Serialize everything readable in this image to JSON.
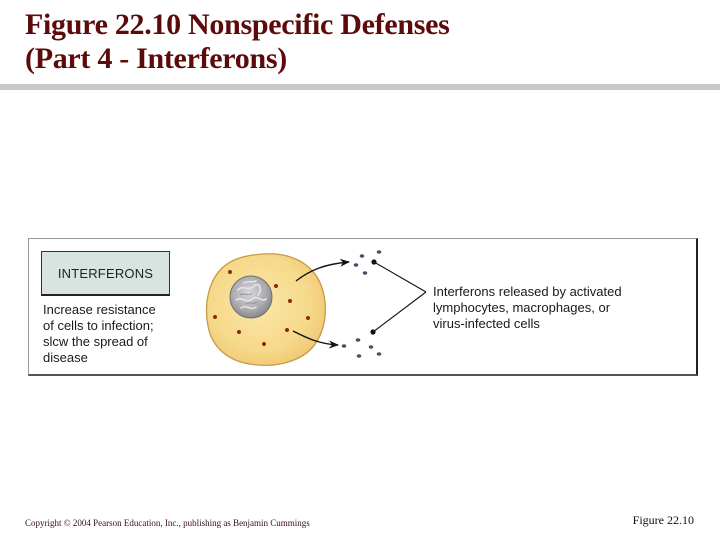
{
  "slide": {
    "title_line1": "Figure 22.10  Nonspecific Defenses",
    "title_line2": "(Part 4 - Interferons)",
    "colors": {
      "title": "#5c0a0a",
      "rule": "#c8c8c8",
      "label_box_fill": "#d7e4df",
      "cell_fill": "#f6d98a",
      "cell_outline": "#c99a45",
      "nucleus_fill": "#a9a9ad",
      "granule": "#8b2a10",
      "interferon_dot": "#4a4a6a"
    }
  },
  "figure": {
    "label": "INTERFERONS",
    "description": [
      "Increase resistance",
      "of cells to infection;",
      "slcw the spread of",
      "disease"
    ],
    "release_text": [
      "Interferons released by activated",
      "lymphocytes, macrophages, or",
      "virus-infected cells"
    ],
    "icons": {
      "cell": "cell-icon",
      "nucleus": "nucleus-icon",
      "arrows": "arrow-icon",
      "molecules": "interferon-molecule-icon"
    }
  },
  "footer": {
    "copyright": "Copyright © 2004 Pearson Education, Inc., publishing as Benjamin Cummings",
    "figure_ref": "Figure 22.10"
  }
}
